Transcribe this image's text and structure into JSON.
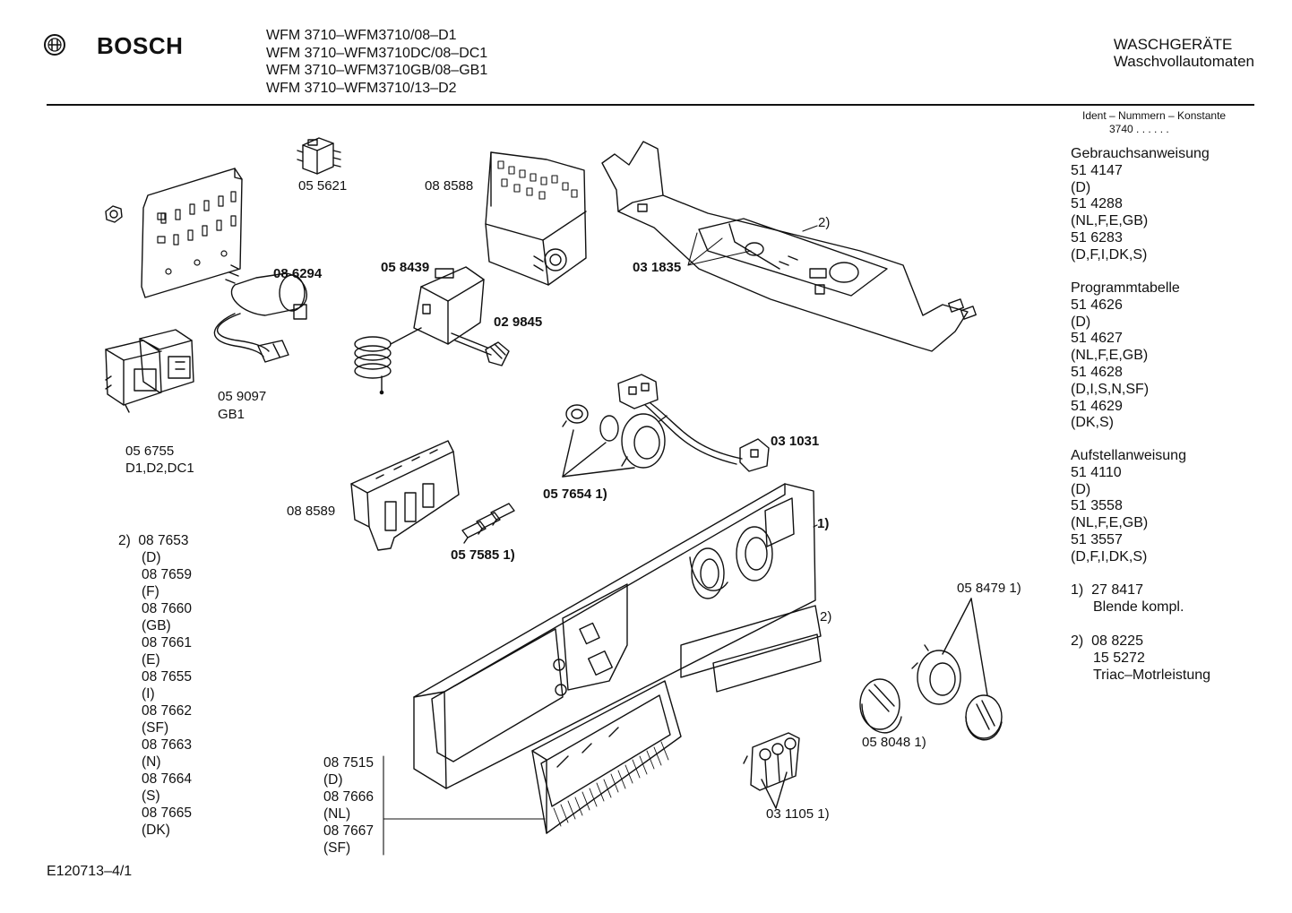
{
  "header": {
    "brand": "BOSCH",
    "models": [
      "WFM 3710–WFM3710/08–D1",
      "WFM 3710–WFM3710DC/08–DC1",
      "WFM 3710–WFM3710GB/08–GB1",
      "WFM 3710–WFM3710/13–D2"
    ],
    "category_line1": "WASCHGERÄTE",
    "category_line2": "Waschvollautomaten"
  },
  "ident": {
    "label": "Ident – Nummern – Konstante",
    "value": "3740 . .   . . . ."
  },
  "side_sections": [
    {
      "title": "Gebrauchsanweisung",
      "lines": [
        "51 4147",
        "(D)",
        "51 4288",
        "(NL,F,E,GB)",
        "51 6283",
        "(D,F,I,DK,S)"
      ]
    },
    {
      "title": "Programmtabelle",
      "lines": [
        "51 4626",
        "(D)",
        "51 4627",
        "(NL,F,E,GB)",
        "51 4628",
        "(D,I,S,N,SF)",
        "51 4629",
        "(DK,S)"
      ]
    },
    {
      "title": "Aufstellanweisung",
      "lines": [
        "51 4110",
        "(D)",
        "51 3558",
        "(NL,F,E,GB)",
        "51 3557",
        "(D,F,I,DK,S)"
      ]
    }
  ],
  "footnotes": {
    "note1_marker": "1)",
    "note1_lines": [
      "27 8417",
      "Blende kompl."
    ],
    "note2_marker": "2)",
    "note2_lines": [
      "08 8225",
      "15 5272",
      "Triac–Motrleistung"
    ]
  },
  "parts": {
    "p055621": "05 5621",
    "p088588": "08 8588",
    "p031835": "03 1835",
    "p_2a": "2)",
    "p086294": "08 6294",
    "p058439": "05 8439",
    "p029845": "02 9845",
    "p059097": "05 9097",
    "p059097_sub": "GB1",
    "p056755": "05 6755",
    "p056755_sub": "D1,D2,DC1",
    "p031031": "03 1031",
    "p057654": "05 7654 1)",
    "p088589": "08 8589",
    "p057585": "05 7585 1)",
    "p_1": "1)",
    "p_2b": "2)",
    "p058479": "05 8479 1)",
    "p058048": "05 8048 1)",
    "p031105": "03 1105 1)"
  },
  "list2": {
    "marker": "2)",
    "lines": [
      "08 7653",
      "(D)",
      "08 7659",
      "(F)",
      "08 7660",
      "(GB)",
      "08 7661",
      "(E)",
      "08 7655",
      "(I)",
      "08 7662",
      "(SF)",
      "08 7663",
      "(N)",
      "08 7664",
      "(S)",
      "08 7665",
      "(DK)"
    ]
  },
  "listL": {
    "lines": [
      "08 7515",
      "(D)",
      "08 7666",
      "(NL)",
      "08 7667",
      "(SF)"
    ]
  },
  "footer": "E120713–4/1"
}
